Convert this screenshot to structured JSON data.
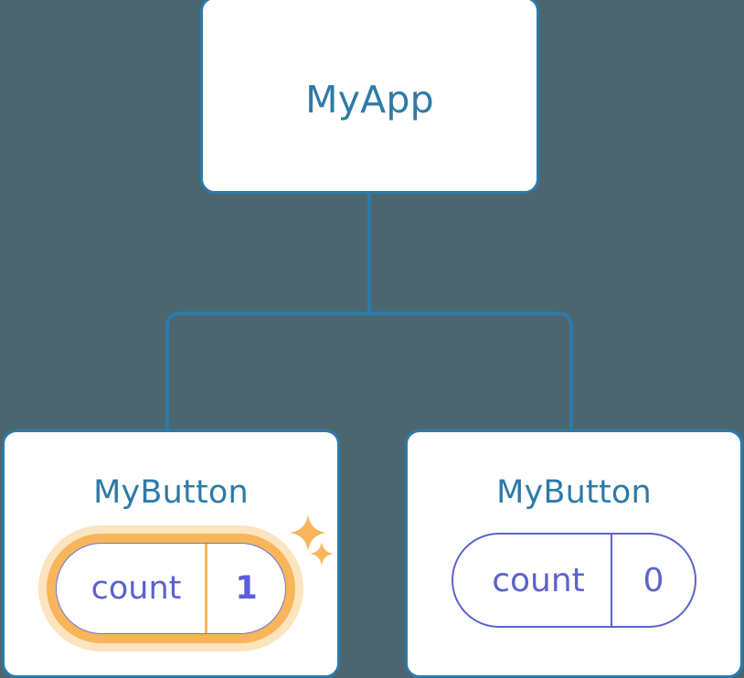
{
  "diagram": {
    "type": "component-tree",
    "background_color": "#4c6670",
    "accent_border_color": "#2e7aa8",
    "state_color": "#5b63cc",
    "highlight_color": "#f8b55a",
    "glow_color": "#fbdfb4"
  },
  "root": {
    "title": "MyApp"
  },
  "children": [
    {
      "title": "MyButton",
      "state": {
        "key": "count",
        "value": "1",
        "highlighted": true,
        "sparkle_large": "sparkle-icon",
        "sparkle_small": "sparkle-icon"
      }
    },
    {
      "title": "MyButton",
      "state": {
        "key": "count",
        "value": "0",
        "highlighted": false
      }
    }
  ]
}
